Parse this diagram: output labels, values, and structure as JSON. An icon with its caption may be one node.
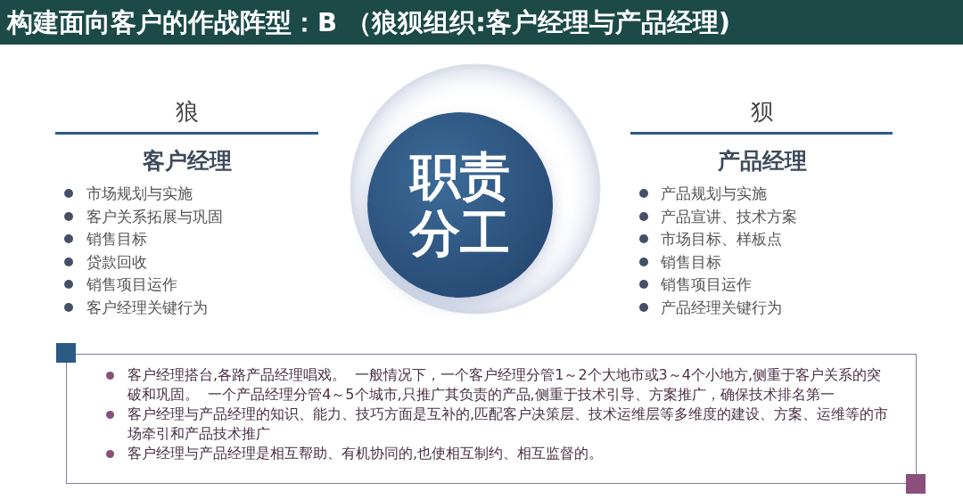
{
  "diagram": {
    "title": "构建面向客户的作战阵型：B （狼狈组织:客户经理与产品经理)",
    "nodes": [
      {
        "text": [
          "职责分工"
        ]
      },
      {
        "text": [
          "客户经理搭台,各路产品经理唱戏。  一般情况下，一个客户经理分管1～2个大地市或3～4个小地方,侧重于客户关系的突破和巩固。  一个产品经理分管4～5个城市,只推广其负责的产品,侧重于技术引导、方案推广，确保技术排名第一",
          "客户经理与产品经理的知识、能力、技巧方面是互补的,匹配客户决策层、技术运维层等多维度的建设、方案、运维等的市场牵引和产品技术推广",
          "客户经理与产品经理是相互帮助、有机协同的,也使相互制约、相互监督的。"
        ]
      }
    ],
    "edges": [],
    "labels": [
      "狼",
      "客户经理",
      "市场规划与实施",
      "客户关系拓展与巩固",
      "销售目标",
      "贷款回收",
      "销售项目运作",
      "客户经理关键行为",
      "狈",
      "产品经理",
      "产品规划与实施",
      "产品宣讲、技术方案",
      "市场目标、样板点",
      "销售目标",
      "销售项目运作",
      "产品经理关键行为"
    ]
  }
}
